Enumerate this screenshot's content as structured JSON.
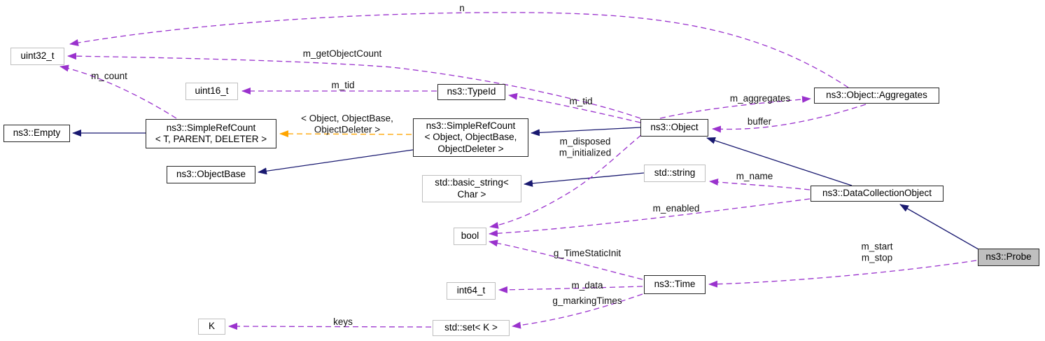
{
  "diagram_type": "collaboration-graph",
  "colors": {
    "inheritance": "#191970",
    "usage": "#9a32cd",
    "template_relation": "#ffa500",
    "subject_fill": "#bfbfbf",
    "class_border": "#262626",
    "external_border": "#bfbfbf"
  },
  "nodes": {
    "uint32": {
      "label": "uint32_t"
    },
    "uint16": {
      "label": "uint16_t"
    },
    "empty": {
      "label": "ns3::Empty"
    },
    "simplerefcount_generic": {
      "label": "ns3::SimpleRefCount\n< T, PARENT, DELETER >"
    },
    "objectbase": {
      "label": "ns3::ObjectBase"
    },
    "typeid": {
      "label": "ns3::TypeId"
    },
    "simplerefcount_object": {
      "label": "ns3::SimpleRefCount\n< Object, ObjectBase,\nObjectDeleter >"
    },
    "basic_string": {
      "label": "std::basic_string<\nChar >"
    },
    "bool": {
      "label": "bool"
    },
    "int64": {
      "label": "int64_t"
    },
    "set": {
      "label": "std::set< K >"
    },
    "k": {
      "label": "K"
    },
    "object": {
      "label": "ns3::Object"
    },
    "string": {
      "label": "std::string"
    },
    "time": {
      "label": "ns3::Time"
    },
    "aggregates": {
      "label": "ns3::Object::Aggregates"
    },
    "dco": {
      "label": "ns3::DataCollectionObject"
    },
    "probe": {
      "label": "ns3::Probe"
    }
  },
  "labels": {
    "n": "n",
    "m_getObjectCount": "m_getObjectCount",
    "m_count": "m_count",
    "m_tid_left": "m_tid",
    "m_tid_right": "m_tid",
    "template_args": "< Object, ObjectBase,\nObjectDeleter >",
    "m_aggregates": "m_aggregates",
    "buffer": "buffer",
    "m_disposed": "m_disposed\nm_initialized",
    "m_name": "m_name",
    "m_enabled": "m_enabled",
    "g_TimeStaticInit": "g_TimeStaticInit",
    "m_data": "m_data",
    "g_markingTimes": "g_markingTimes",
    "keys": "keys",
    "m_start_stop": "m_start\nm_stop"
  }
}
